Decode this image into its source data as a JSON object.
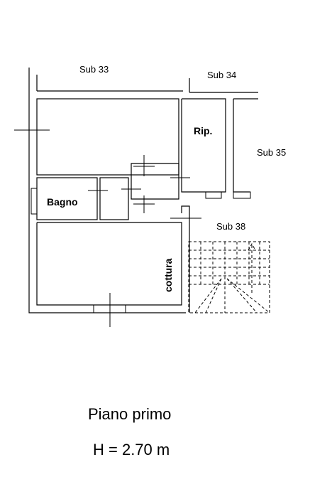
{
  "plan": {
    "units": {
      "sub33": "Sub 33",
      "sub34": "Sub 34",
      "sub35": "Sub 35",
      "sub38": "Sub 38"
    },
    "rooms": {
      "rip": "Rip.",
      "bagno": "Bagno",
      "cottura": "cottura"
    },
    "caption": {
      "floor": "Piano primo",
      "height": "H = 2.70 m"
    }
  }
}
